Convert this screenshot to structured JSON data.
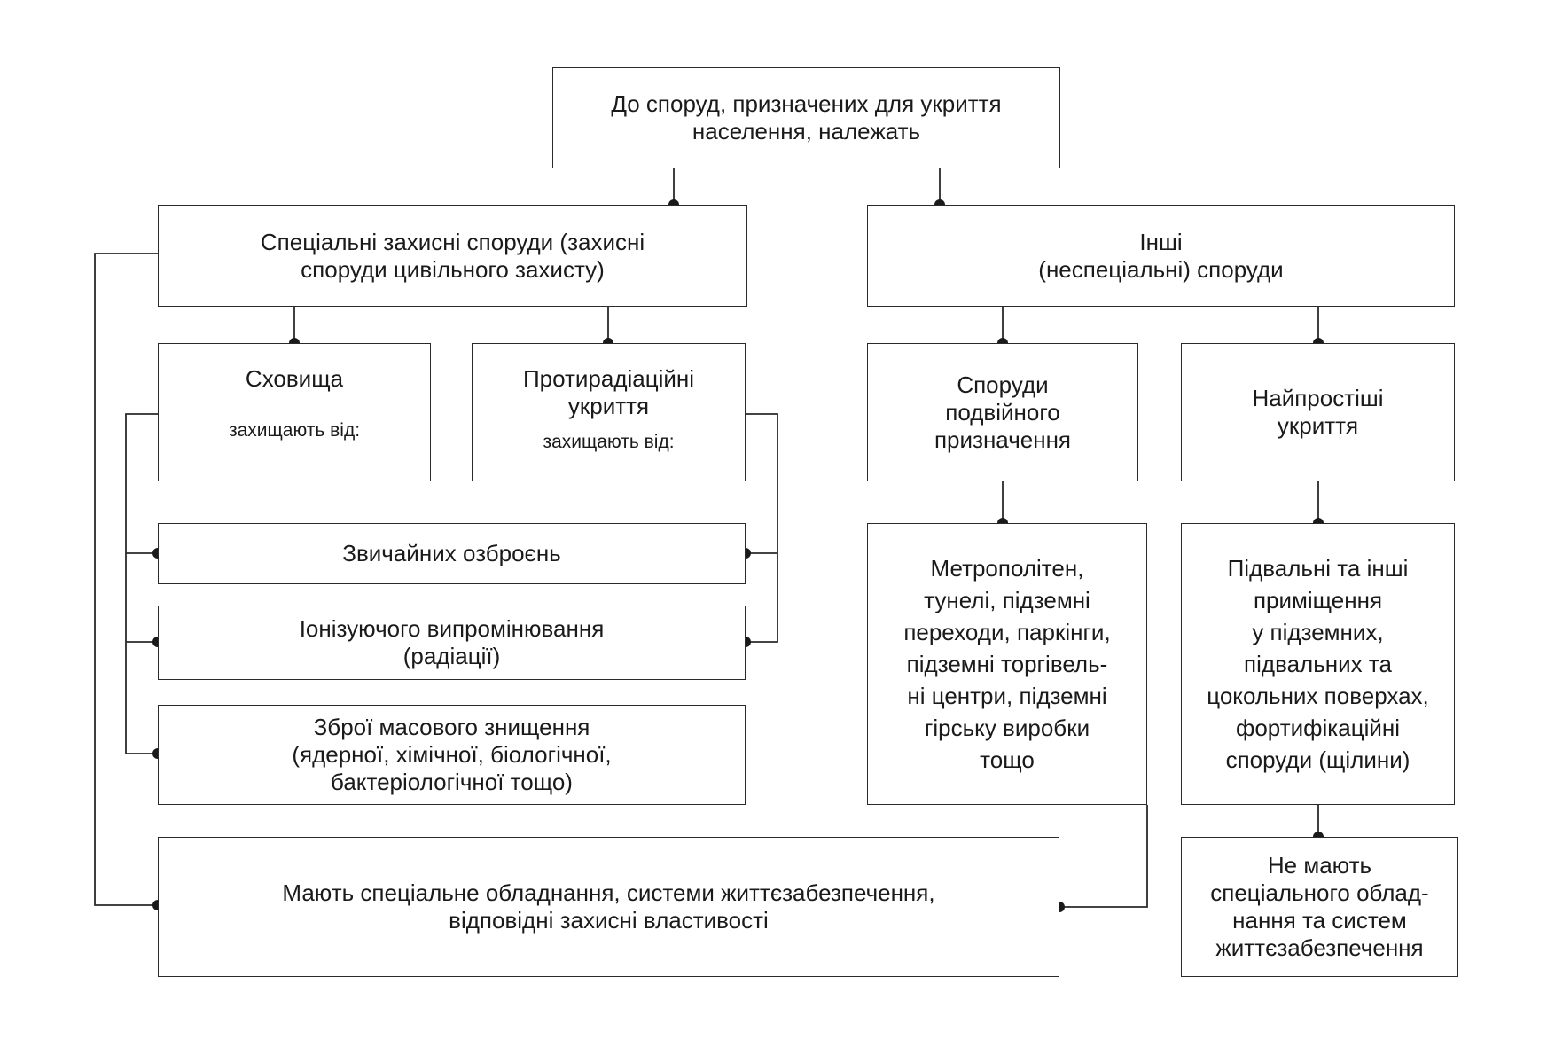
{
  "root": "До споруд, призначених для укриття\nнаселення, належать",
  "special": {
    "title": "Спеціальні захисні споруди (захисні\nспоруди цивільного захисту)",
    "shelters": {
      "title": "Сховища",
      "note": "захищають від:"
    },
    "anti_radiation": {
      "title": "Протирадіаційні\nукриття",
      "note": "захищають від:"
    },
    "threats": [
      "Звичайних озброєнь",
      "Іонізуючого випромінювання\n(радіації)",
      "Зброї масового знищення\n(ядерної, хімічної, біологічної,\nбактеріологічної тощо)"
    ],
    "equipment": "Мають спеціальне обладнання, системи життєзабезпечення,\nвідповідні захисні властивості"
  },
  "other": {
    "title": "Інші\n(неспеціальні) споруди",
    "dual": {
      "title": "Споруди\nподвійного\nпризначення",
      "examples": "Метрополітен,\nтунелі, підземні\nпереходи, паркінги,\nпідземні торгівель-\nні центри, підземні\nгірську виробки\nтощо"
    },
    "simplest": {
      "title": "Найпростіші\nукриття",
      "examples": "Підвальні та інші\nприміщення\nу підземних,\nпідвальних та\nцокольних поверхах,\nфортифікаційні\nспоруди (щілини)",
      "note": "Не мають\nспеціального облад-\nнання та систем\nжиттєзабезпечення"
    }
  }
}
